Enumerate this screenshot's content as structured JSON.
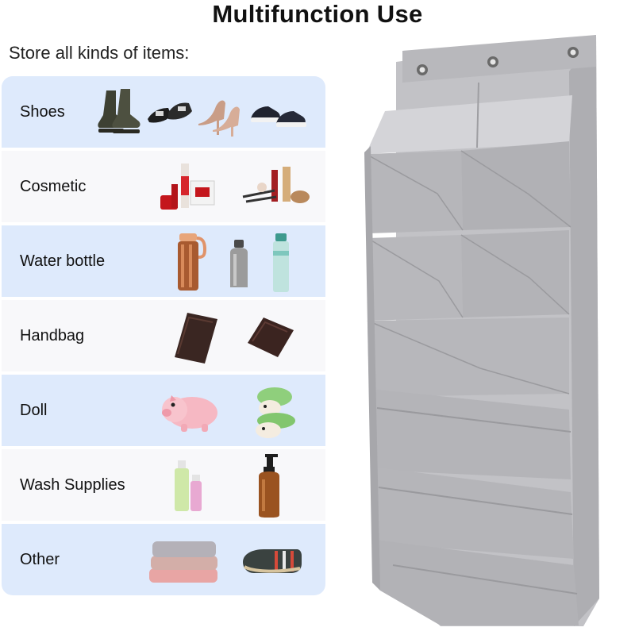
{
  "title": "Multifunction Use",
  "subtitle": "Store all kinds of items:",
  "rows": [
    {
      "label": "Shoes",
      "icons": [
        "boots-icon",
        "flat-shoes-icon",
        "high-heels-icon",
        "sneakers-icon"
      ]
    },
    {
      "label": "Cosmetic",
      "icons": [
        "skincare-set-icon",
        "makeup-set-icon"
      ]
    },
    {
      "label": "Water bottle",
      "icons": [
        "copper-bottle-icon",
        "steel-bottle-icon",
        "sport-bottle-icon"
      ]
    },
    {
      "label": "Handbag",
      "icons": [
        "wallet-icon",
        "purse-icon"
      ]
    },
    {
      "label": "Doll",
      "icons": [
        "pig-plush-icon",
        "turtle-plush-icon"
      ]
    },
    {
      "label": "Wash Supplies",
      "icons": [
        "small-bottles-icon",
        "pump-bottle-icon"
      ]
    },
    {
      "label": "Other",
      "icons": [
        "towels-icon",
        "socks-icon"
      ]
    }
  ],
  "colors": {
    "row_blue": "#deeafc",
    "row_white": "#f8f8fa",
    "organizer_gray": "#b9b9bd"
  }
}
